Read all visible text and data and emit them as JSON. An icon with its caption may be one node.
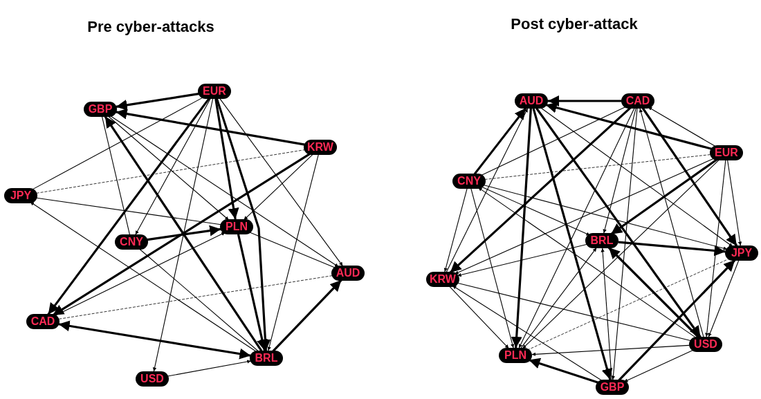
{
  "diagram": {
    "nodes": [
      {
        "text": [
          "EUR"
        ]
      },
      {
        "text": [
          "GBP"
        ]
      },
      {
        "text": [
          "KRW"
        ]
      },
      {
        "text": [
          "JPY"
        ]
      },
      {
        "text": [
          "PLN"
        ]
      },
      {
        "text": [
          "CNY"
        ]
      },
      {
        "text": [
          "AUD"
        ]
      },
      {
        "text": [
          "CAD"
        ]
      },
      {
        "text": [
          "BRL"
        ]
      },
      {
        "text": [
          "USD"
        ]
      },
      {
        "text": [
          "AUD"
        ]
      },
      {
        "text": [
          "CAD"
        ]
      },
      {
        "text": [
          "EUR"
        ]
      },
      {
        "text": [
          "CNY"
        ]
      },
      {
        "text": [
          "BRL"
        ]
      },
      {
        "text": [
          "JPY"
        ]
      },
      {
        "text": [
          "KRW"
        ]
      },
      {
        "text": [
          "USD"
        ]
      },
      {
        "text": [
          "PLN"
        ]
      },
      {
        "text": [
          "GBP"
        ]
      }
    ],
    "edges": [
      {
        "from": 0,
        "to": 1,
        "arrow": "to",
        "style": "thick"
      },
      {
        "from": 2,
        "to": 1,
        "arrow": "to",
        "style": "thick"
      },
      {
        "from": 0,
        "to": 7,
        "arrow": "to",
        "style": "thick"
      },
      {
        "from": 0,
        "to": 5,
        "arrow": "to"
      },
      {
        "from": 0,
        "to": 4,
        "arrow": "to",
        "style": "thick"
      },
      {
        "from": 0,
        "to": 8,
        "arrow": "to",
        "style": "thick"
      },
      {
        "from": 0,
        "to": 9,
        "arrow": "to"
      },
      {
        "from": 0,
        "to": 6,
        "arrow": "to"
      },
      {
        "from": 3,
        "to": 0,
        "arrow": "none"
      },
      {
        "from": 2,
        "to": 7,
        "arrow": "to",
        "style": "thick"
      },
      {
        "from": 2,
        "to": 4,
        "arrow": "to"
      },
      {
        "from": 2,
        "to": 8,
        "arrow": "to"
      },
      {
        "from": 3,
        "to": 2,
        "arrow": "none",
        "style": "dashed"
      },
      {
        "from": 8,
        "to": 1,
        "arrow": "to",
        "style": "thick"
      },
      {
        "from": 1,
        "to": 4,
        "arrow": "to"
      },
      {
        "from": 1,
        "to": 6,
        "arrow": "to"
      },
      {
        "from": 5,
        "to": 1,
        "arrow": "none"
      },
      {
        "from": 5,
        "to": 4,
        "arrow": "to",
        "style": "thick"
      },
      {
        "from": 5,
        "to": 8,
        "arrow": "none"
      },
      {
        "from": 3,
        "to": 4,
        "arrow": "none"
      },
      {
        "from": 8,
        "to": 3,
        "arrow": "to"
      },
      {
        "from": 7,
        "to": 4,
        "arrow": "to"
      },
      {
        "from": 4,
        "to": 6,
        "arrow": "none"
      },
      {
        "from": 4,
        "to": 8,
        "arrow": "to",
        "style": "thick"
      },
      {
        "from": 7,
        "to": 8,
        "arrow": "both",
        "style": "thick"
      },
      {
        "from": 8,
        "to": 6,
        "arrow": "to",
        "style": "thick"
      },
      {
        "from": 6,
        "to": 7,
        "arrow": "none",
        "style": "dashed"
      },
      {
        "from": 9,
        "to": 8,
        "arrow": "to"
      },
      {
        "from": 11,
        "to": 10,
        "arrow": "to",
        "style": "thick"
      },
      {
        "from": 12,
        "to": 10,
        "arrow": "to",
        "style": "thick"
      },
      {
        "from": 13,
        "to": 10,
        "arrow": "to",
        "style": "thick"
      },
      {
        "from": 16,
        "to": 10,
        "arrow": "to"
      },
      {
        "from": 10,
        "to": 18,
        "arrow": "to",
        "style": "thick"
      },
      {
        "from": 10,
        "to": 19,
        "arrow": "to",
        "style": "thick"
      },
      {
        "from": 10,
        "to": 17,
        "arrow": "to",
        "style": "thick"
      },
      {
        "from": 10,
        "to": 15,
        "arrow": "to"
      },
      {
        "from": 11,
        "to": 16,
        "arrow": "to",
        "style": "thick"
      },
      {
        "from": 12,
        "to": 11,
        "arrow": "to"
      },
      {
        "from": 17,
        "to": 11,
        "arrow": "to"
      },
      {
        "from": 11,
        "to": 15,
        "arrow": "to",
        "style": "thick"
      },
      {
        "from": 11,
        "to": 14,
        "arrow": "to"
      },
      {
        "from": 11,
        "to": 18,
        "arrow": "to"
      },
      {
        "from": 11,
        "to": 19,
        "arrow": "to"
      },
      {
        "from": 13,
        "to": 11,
        "arrow": "none"
      },
      {
        "from": 12,
        "to": 14,
        "arrow": "to",
        "style": "thick"
      },
      {
        "from": 12,
        "to": 15,
        "arrow": "to"
      },
      {
        "from": 12,
        "to": 18,
        "arrow": "to"
      },
      {
        "from": 12,
        "to": 17,
        "arrow": "to"
      },
      {
        "from": 12,
        "to": 16,
        "arrow": "to"
      },
      {
        "from": 12,
        "to": 13,
        "arrow": "none",
        "style": "dashed"
      },
      {
        "from": 13,
        "to": 14,
        "arrow": "to"
      },
      {
        "from": 13,
        "to": 15,
        "arrow": "to"
      },
      {
        "from": 17,
        "to": 13,
        "arrow": "to"
      },
      {
        "from": 13,
        "to": 16,
        "arrow": "to"
      },
      {
        "from": 13,
        "to": 18,
        "arrow": "to"
      },
      {
        "from": 14,
        "to": 15,
        "arrow": "to",
        "style": "thick"
      },
      {
        "from": 14,
        "to": 16,
        "arrow": "to"
      },
      {
        "from": 17,
        "to": 14,
        "arrow": "to",
        "style": "thick"
      },
      {
        "from": 19,
        "to": 14,
        "arrow": "to"
      },
      {
        "from": 18,
        "to": 14,
        "arrow": "to"
      },
      {
        "from": 19,
        "to": 18,
        "arrow": "to",
        "style": "thick"
      },
      {
        "from": 19,
        "to": 16,
        "arrow": "to"
      },
      {
        "from": 19,
        "to": 15,
        "arrow": "to",
        "style": "thick"
      },
      {
        "from": 17,
        "to": 18,
        "arrow": "to"
      },
      {
        "from": 17,
        "to": 19,
        "arrow": "to"
      },
      {
        "from": 17,
        "to": 16,
        "arrow": "none"
      },
      {
        "from": 15,
        "to": 17,
        "arrow": "to"
      },
      {
        "from": 16,
        "to": 18,
        "arrow": "to"
      },
      {
        "from": 18,
        "to": 15,
        "arrow": "none",
        "style": "dashed"
      }
    ],
    "labels": [
      "Pre cyber-attacks",
      "Post cyber-attack"
    ]
  }
}
